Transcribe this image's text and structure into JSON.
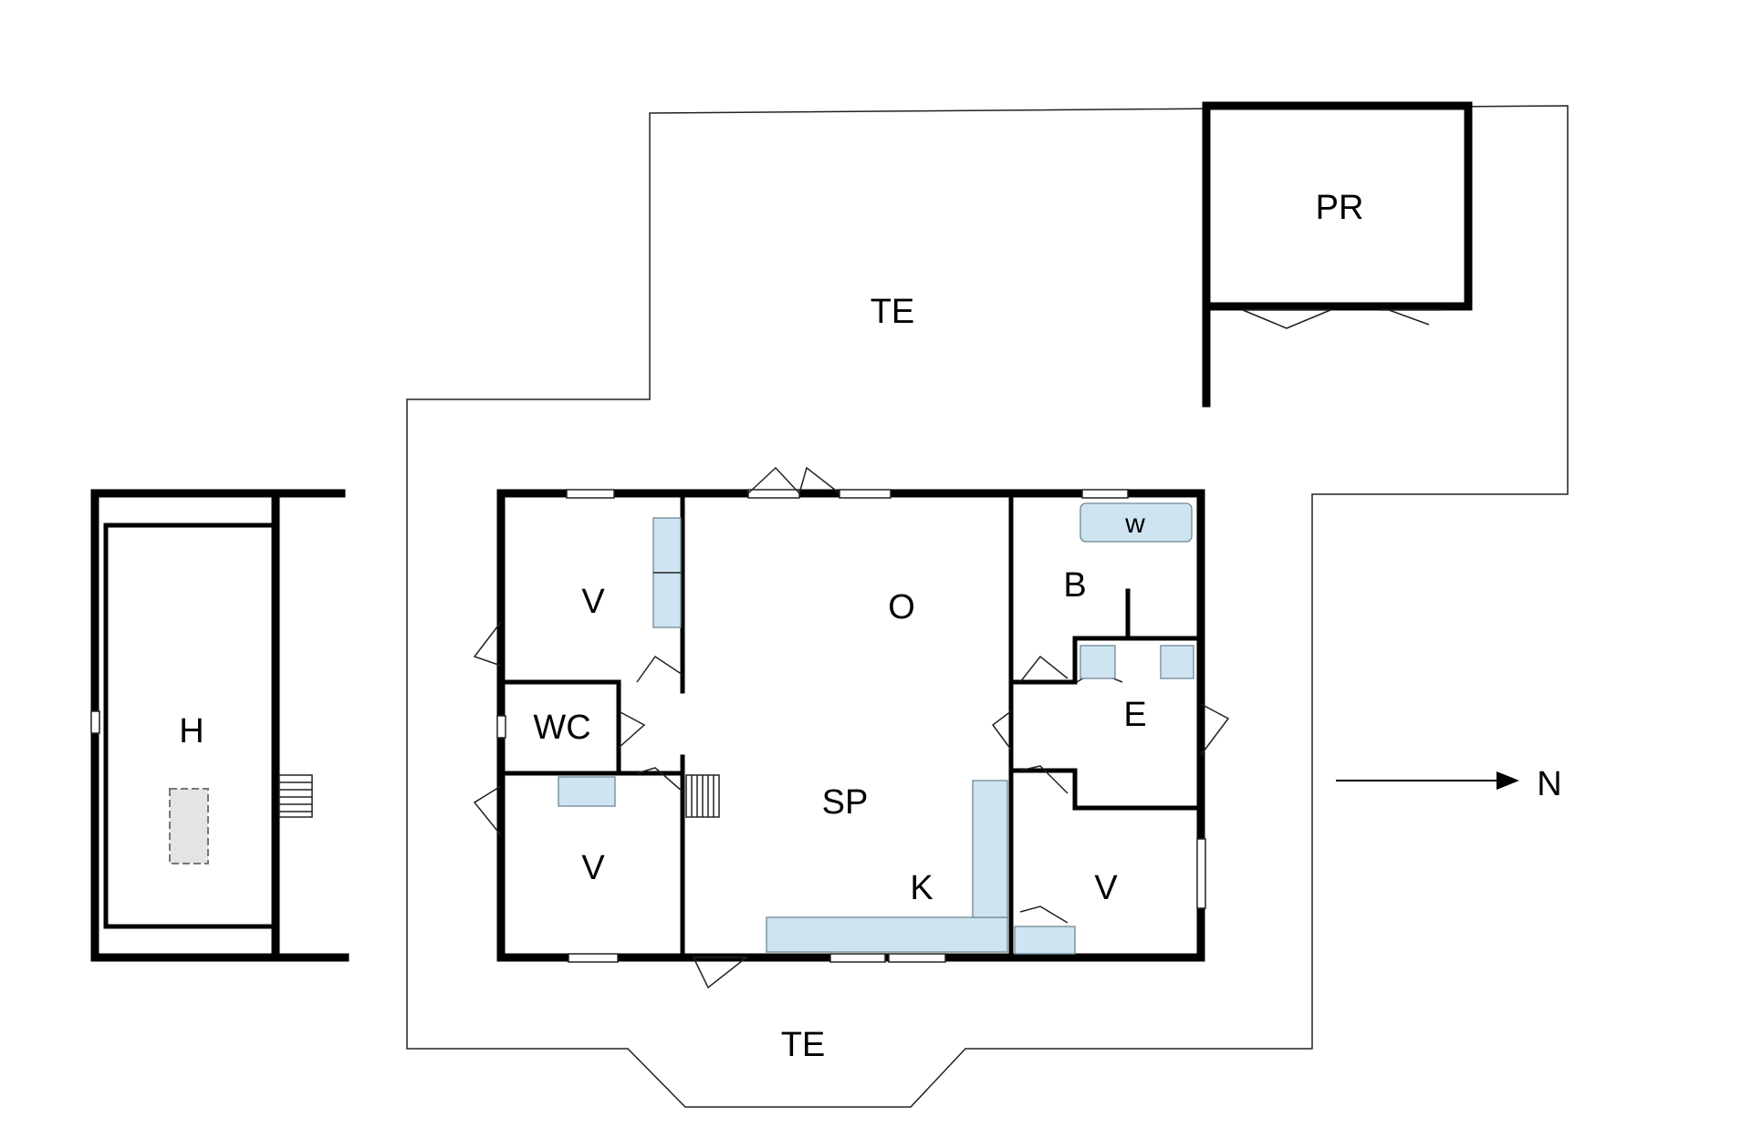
{
  "labels": {
    "te_top": "TE",
    "te_bottom": "TE",
    "pr": "PR",
    "h": "H",
    "v_top": "V",
    "wc": "WC",
    "v_bottom": "V",
    "o": "O",
    "sp": "SP",
    "k": "K",
    "b": "B",
    "w": "w",
    "e": "E",
    "v_right": "V",
    "north": "N"
  },
  "colors": {
    "wall": "#000000",
    "fixture": "#cfe4f1",
    "background": "#ffffff"
  }
}
